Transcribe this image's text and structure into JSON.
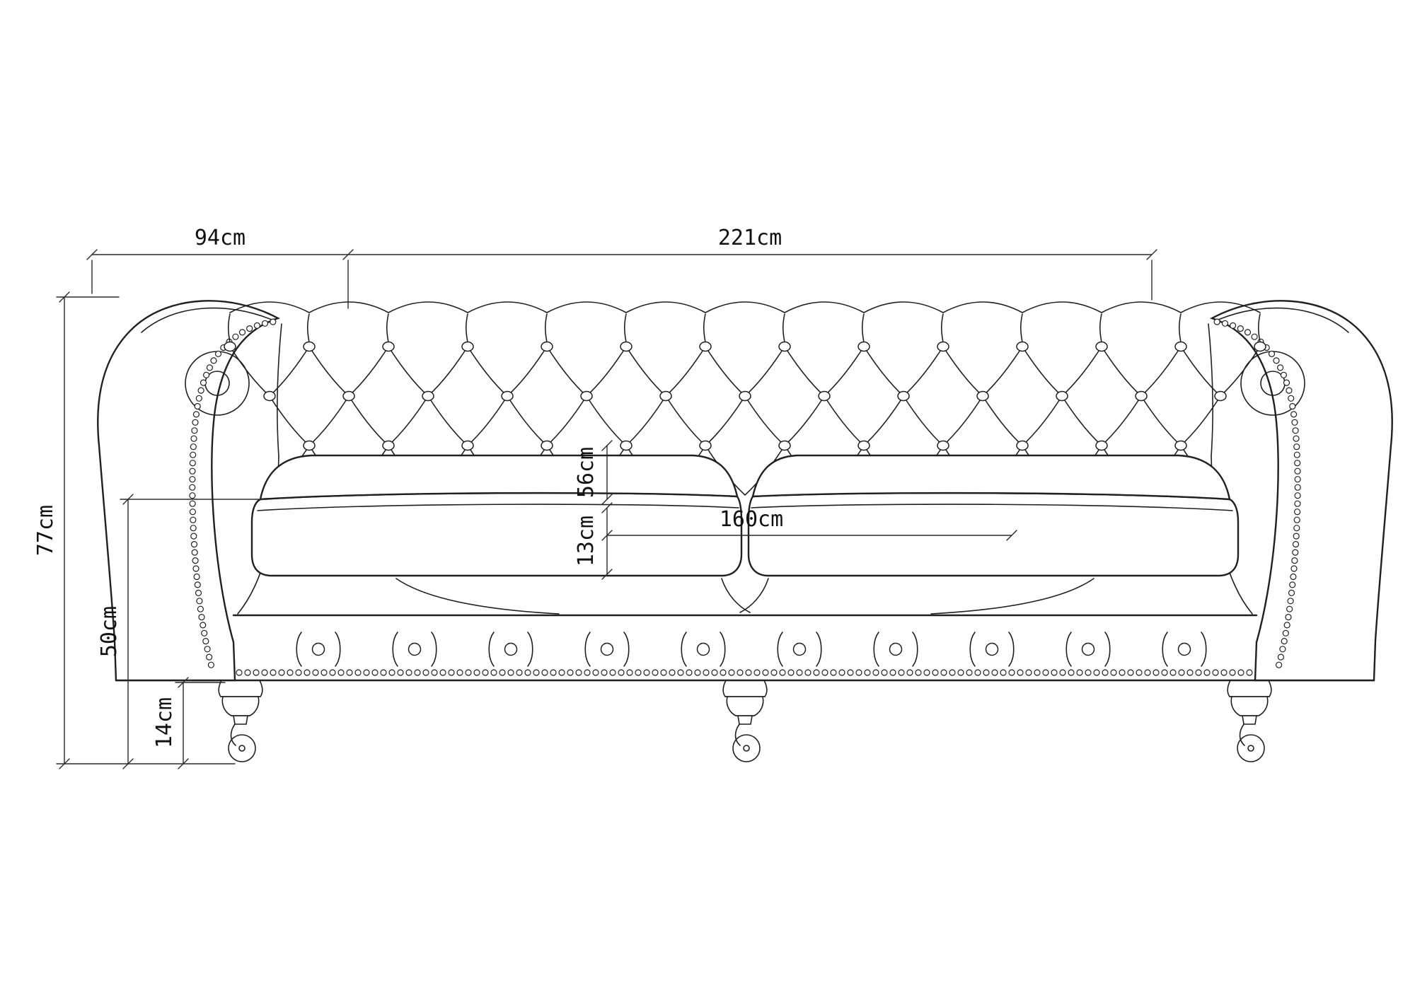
{
  "dims": {
    "d94": "94cm",
    "d221": "221cm",
    "d77": "77cm",
    "d50": "50cm",
    "d14": "14cm",
    "d56": "56cm",
    "d13": "13cm",
    "d160": "160cm"
  },
  "colors": {
    "line": "#202020",
    "dimension_line": "#2b2b2b",
    "text": "#111111",
    "background": "#ffffff"
  }
}
